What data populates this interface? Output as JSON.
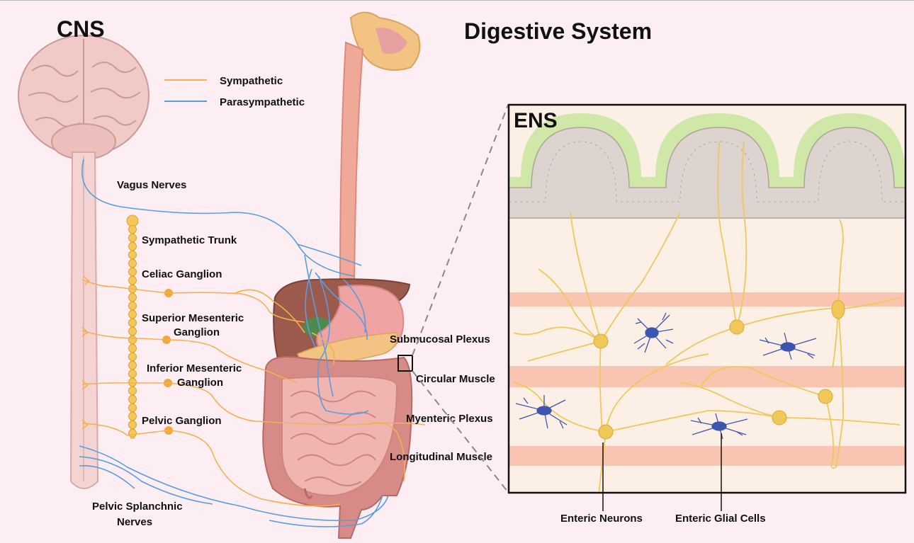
{
  "titles": {
    "cns": "CNS",
    "digestive": "Digestive System",
    "ens": "ENS"
  },
  "legend": {
    "sympathetic": {
      "label": "Sympathetic",
      "color": "#f5b04f"
    },
    "parasympathetic": {
      "label": "Parasympathetic",
      "color": "#5a9de0"
    }
  },
  "labels": {
    "vagus": "Vagus Nerves",
    "sympathetic_trunk": "Sympathetic Trunk",
    "celiac": "Celiac Ganglion",
    "superior_mesenteric_1": "Superior Mesenteric",
    "superior_mesenteric_2": "Ganglion",
    "inferior_mesenteric_1": "Inferior Mesenteric",
    "inferior_mesenteric_2": "Ganglion",
    "pelvic_ganglion": "Pelvic Ganglion",
    "pelvic_splanchnic_1": "Pelvic Splanchnic",
    "pelvic_splanchnic_2": "Nerves",
    "submucosal": "Submucosal Plexus",
    "circular": "Circular Muscle",
    "myenteric": "Myenteric Plexus",
    "longitudinal": "Longitudinal Muscle",
    "enteric_neurons": "Enteric Neurons",
    "enteric_glia": "Enteric Glial Cells"
  },
  "colors": {
    "background": "#fdeef4",
    "sympathetic": "#f5b04f",
    "parasympathetic": "#5a9de0",
    "muscle_band": "#f9c4b0",
    "villi_mucosa": "#cfe8a8",
    "neuron": "#f0c85a",
    "glia": "#3c55b0",
    "ganglion": "#f2a93b"
  }
}
